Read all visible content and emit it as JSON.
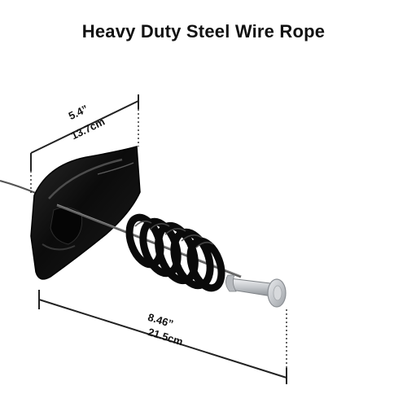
{
  "title": "Heavy Duty Steel Wire Rope",
  "dimensions": {
    "width_in": "5.4”",
    "width_cm": "13.7cm",
    "length_in": "8.46”",
    "length_cm": "21.5cm"
  },
  "colors": {
    "title": "#111111",
    "spring": "#0a0a0a",
    "mount": "#0d0d0d",
    "cable": "#5a5a5a",
    "end_fitting": "#c9ccd0",
    "dimension_line": "#222222"
  }
}
